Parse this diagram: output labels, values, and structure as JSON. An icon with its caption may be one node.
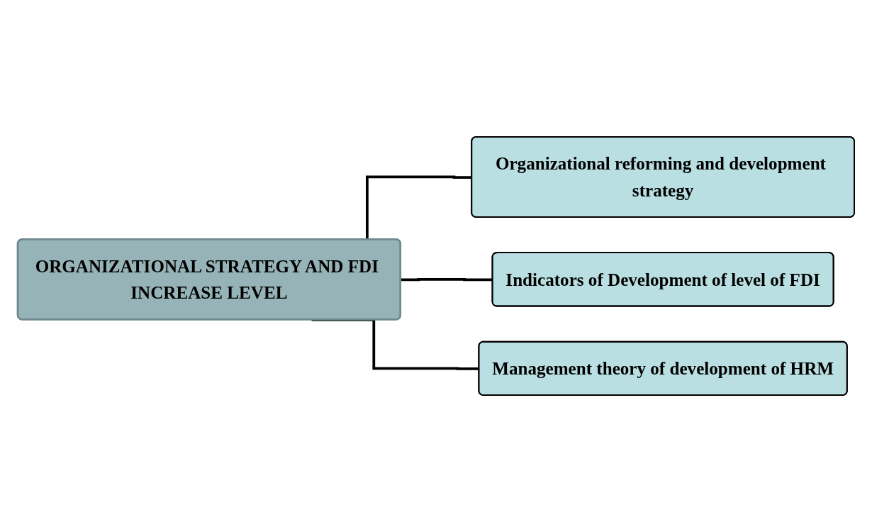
{
  "diagram": {
    "nodes": [
      {
        "text": [
          "ORGANIZATIONAL STRATEGY AND FDI INCREASE LEVEL"
        ]
      },
      {
        "text": [
          "Organizational reforming and development strategy"
        ]
      },
      {
        "text": [
          "Indicators of Development of level of FDI"
        ]
      },
      {
        "text": [
          "Management theory of development of HRM"
        ]
      }
    ],
    "edges": [
      {
        "from": 0,
        "to": 1,
        "arrow": "none"
      },
      {
        "from": 0,
        "to": 2,
        "arrow": "none"
      },
      {
        "from": 0,
        "to": 3,
        "arrow": "none"
      }
    ]
  }
}
